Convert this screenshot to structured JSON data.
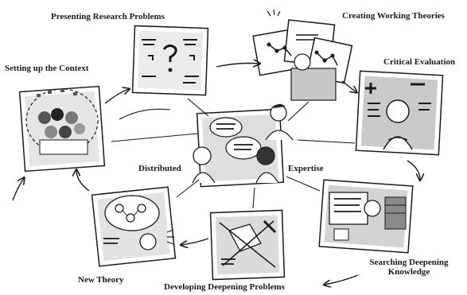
{
  "stages": {
    "setting_context": "Setting up the Context",
    "presenting_problems": "Presenting Research Problems",
    "creating_theories": "Creating Working Theories",
    "critical_evaluation": "Critical Evaluation",
    "searching_knowledge_line1": "Searching Deepening",
    "searching_knowledge_line2": "Knowledge",
    "developing_problems": "Developing Deepening Problems",
    "new_theory": "New Theory"
  },
  "center": {
    "left_label": "Distributed",
    "right_label": "Expertise"
  },
  "colors": {
    "ink": "#1a1a1a",
    "tone": "#b9b9b9",
    "light_tone": "#d9d9d9",
    "paper": "#ffffff"
  }
}
